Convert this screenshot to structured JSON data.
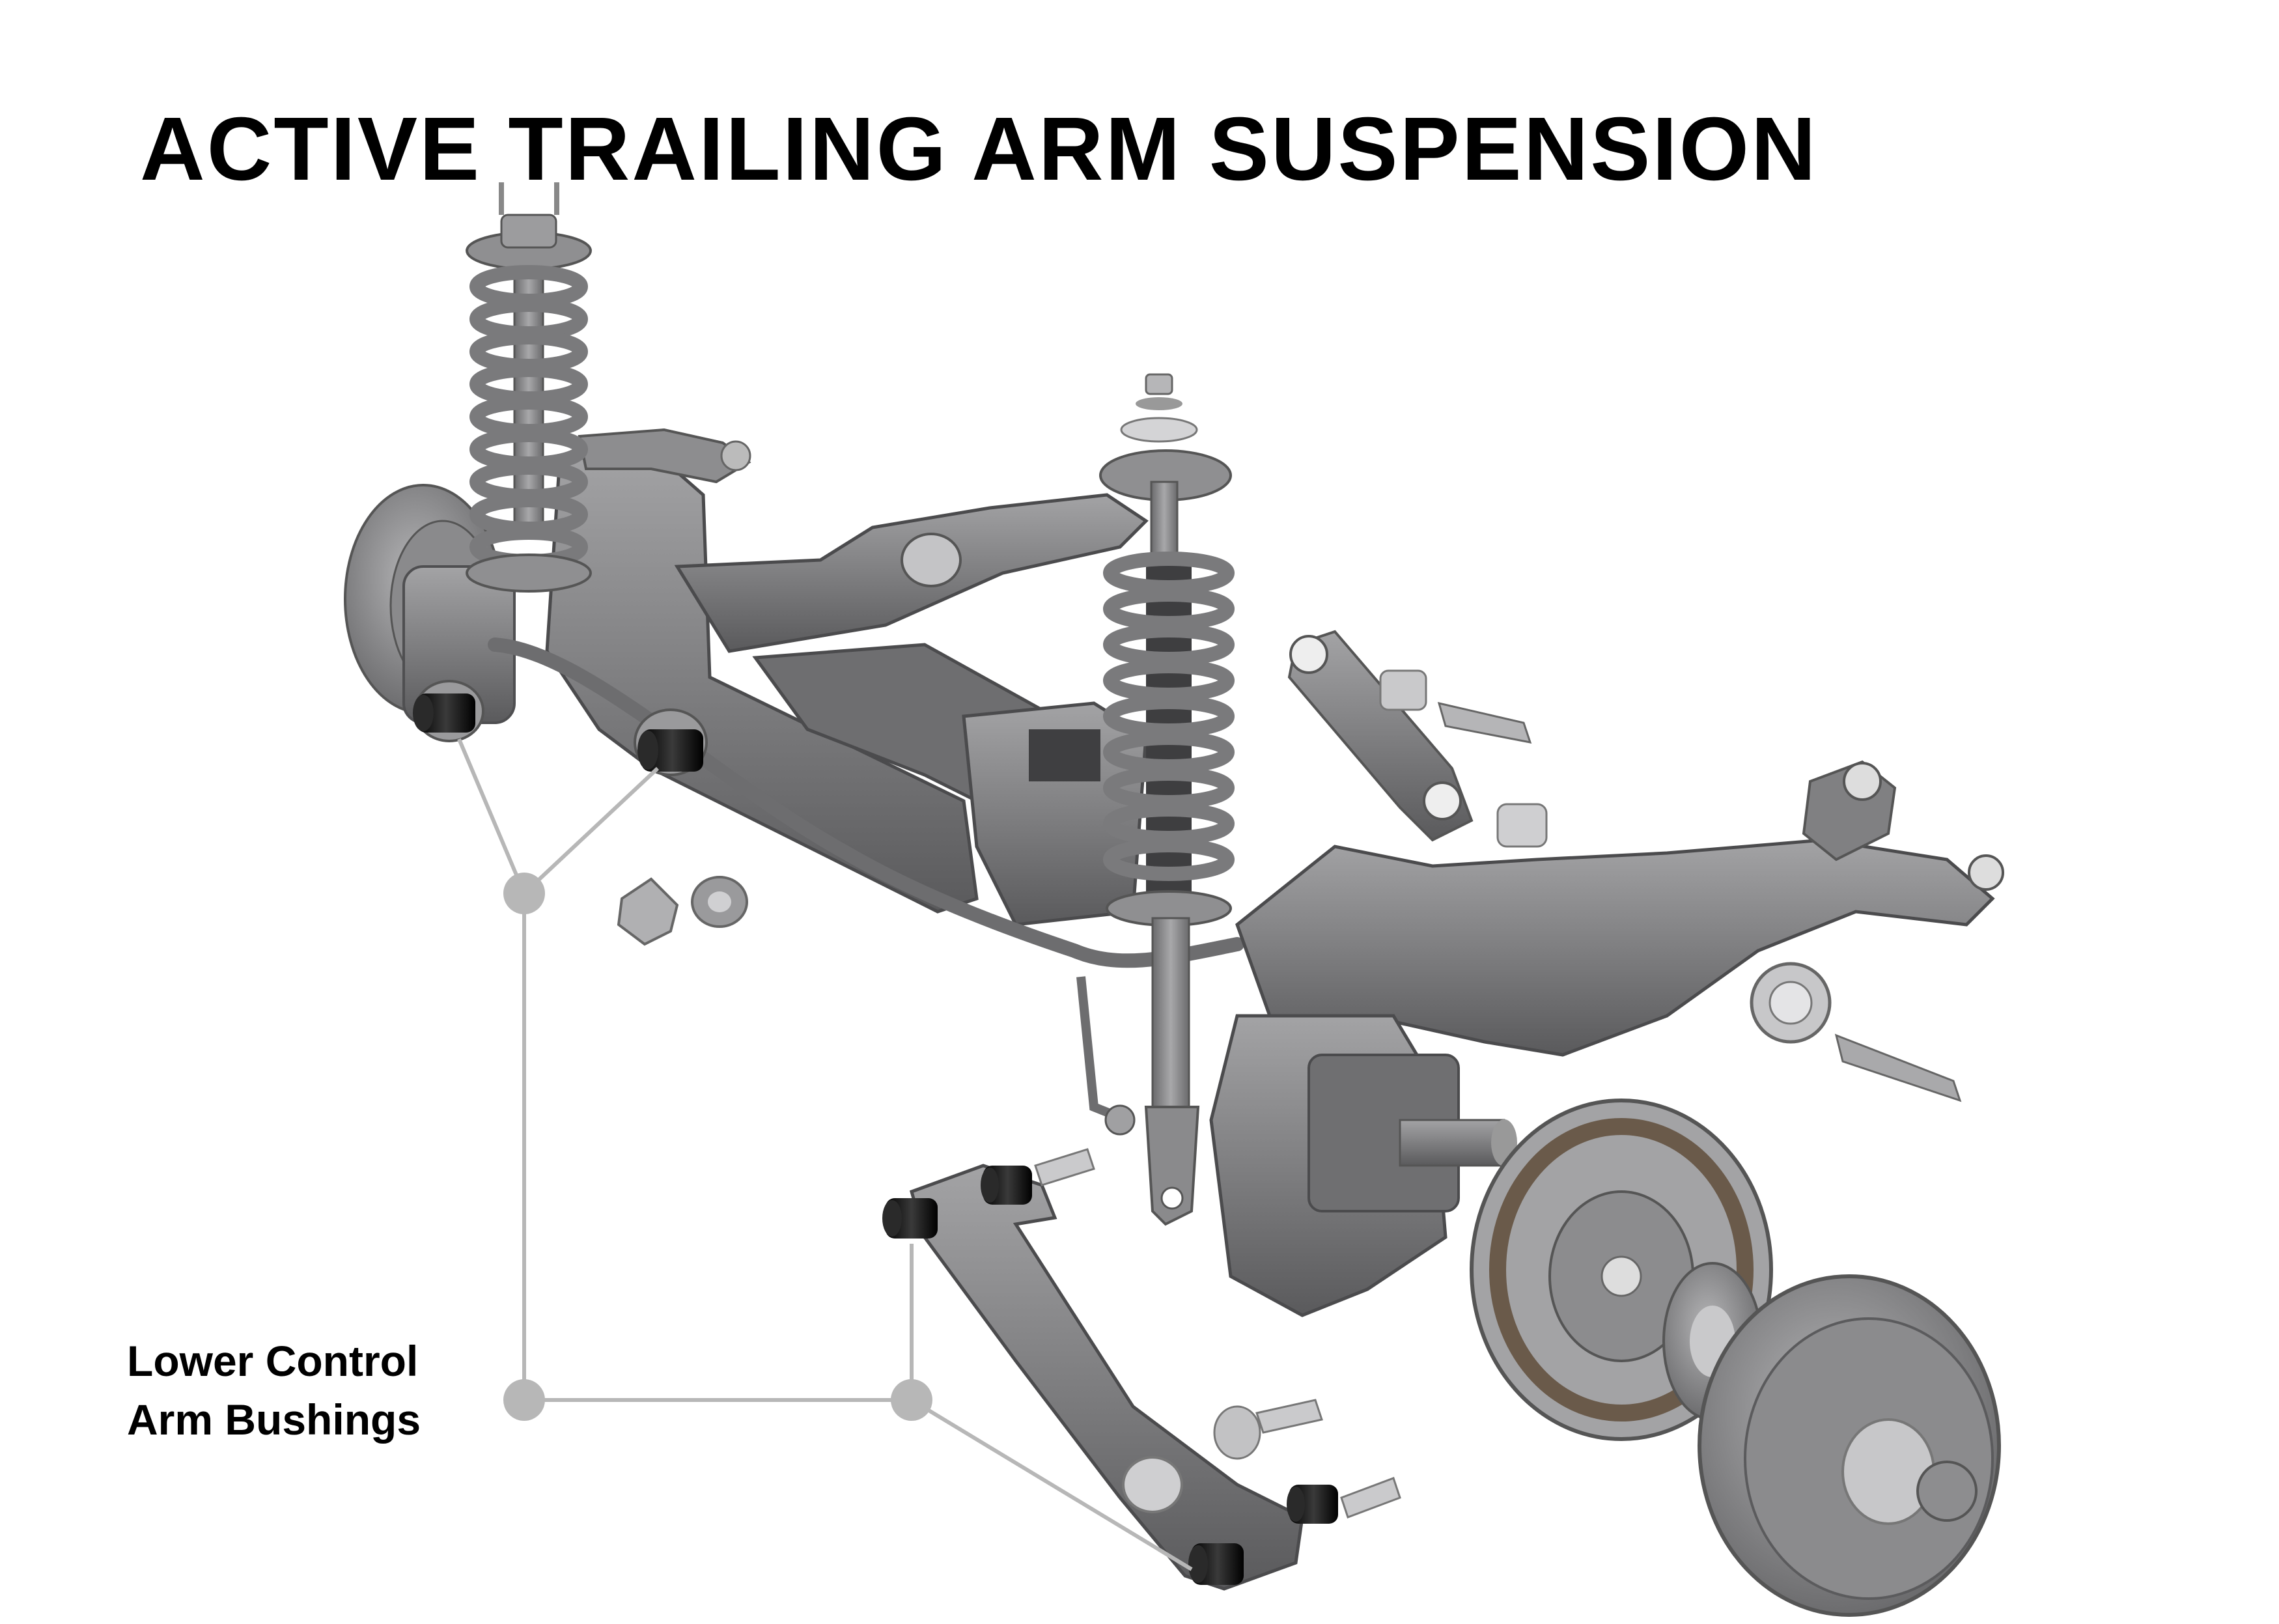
{
  "title": "ACTIVE TRAILING ARM SUSPENSION",
  "callout": {
    "line1": "Lower Control",
    "line2": "Arm Bushings"
  },
  "colors": {
    "metal": "#7d7d7f",
    "metal_dark": "#58585a",
    "metal_light": "#a9a9ab",
    "bushing": "#111111",
    "leader": "#b7b7b7"
  }
}
